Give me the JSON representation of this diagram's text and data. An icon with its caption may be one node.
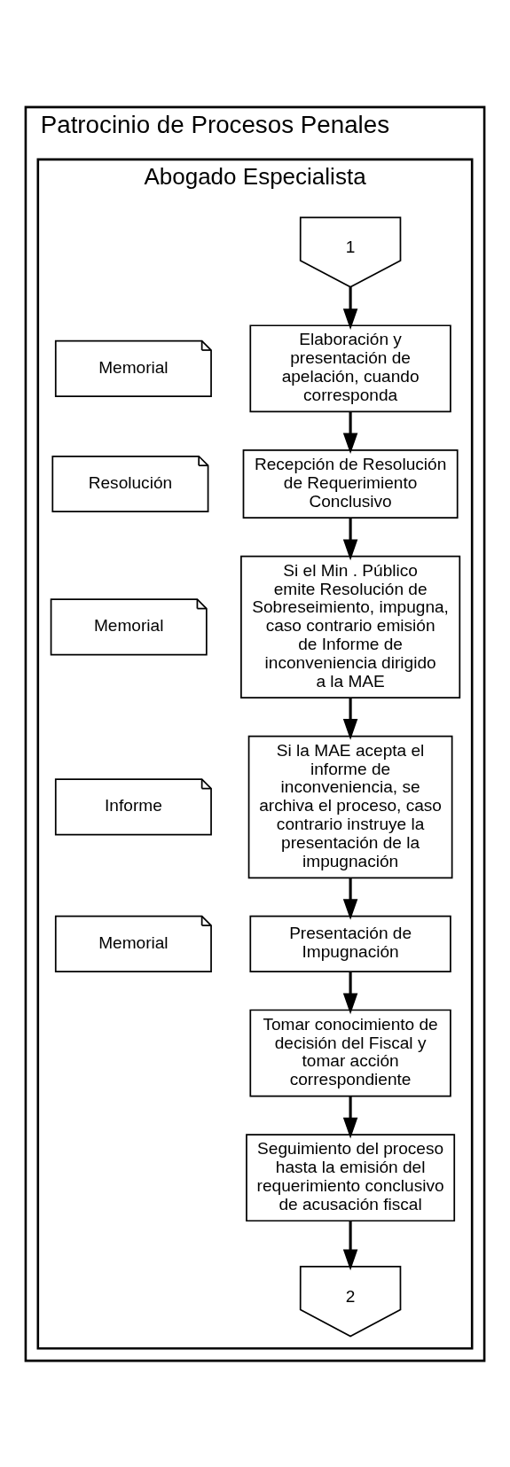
{
  "diagram": {
    "nodes": [
      {
        "text": [
          "Patrocinio de Procesos Penales"
        ]
      },
      {
        "text": [
          "Abogado Especialista"
        ],
        "in": 0
      },
      {
        "text": [
          "1"
        ],
        "in": 1
      },
      {
        "text": [
          "Elaboración y presentación de apelación, cuando corresponda"
        ],
        "in": 1
      },
      {
        "text": [
          "Memorial"
        ],
        "in": 1
      },
      {
        "text": [
          "Recepción de Resolución de Requerimiento Conclusivo"
        ],
        "in": 1
      },
      {
        "text": [
          "Resolución"
        ],
        "in": 1
      },
      {
        "text": [
          "Si el Min . Público emite Resolución de Sobreseimiento, impugna, caso contrario emisión de Informe de inconveniencia dirigido a la MAE"
        ],
        "in": 1
      },
      {
        "text": [
          "Memorial"
        ],
        "in": 1
      },
      {
        "text": [
          "Si la MAE acepta el informe de inconveniencia, se archiva el proceso, caso contrario instruye la presentación de la impugnación"
        ],
        "in": 1
      },
      {
        "text": [
          "Informe"
        ],
        "in": 1
      },
      {
        "text": [
          "Presentación de Impugnación"
        ],
        "in": 1
      },
      {
        "text": [
          "Memorial"
        ],
        "in": 1
      },
      {
        "text": [
          "Tomar conocimiento de decisión del Fiscal y tomar acción correspondiente"
        ],
        "in": 1
      },
      {
        "text": [
          "Seguimiento del proceso hasta la emisión del requerimiento conclusivo de acusación fiscal"
        ],
        "in": 1
      },
      {
        "text": [
          "2"
        ],
        "in": 1
      }
    ],
    "edges": [
      {
        "from": 2,
        "to": 3,
        "arrow": "to"
      },
      {
        "from": 3,
        "to": 5,
        "arrow": "to"
      },
      {
        "from": 5,
        "to": 7,
        "arrow": "to"
      },
      {
        "from": 7,
        "to": 9,
        "arrow": "to"
      },
      {
        "from": 9,
        "to": 11,
        "arrow": "to"
      },
      {
        "from": 11,
        "to": 13,
        "arrow": "to"
      },
      {
        "from": 13,
        "to": 14,
        "arrow": "to"
      },
      {
        "from": 14,
        "to": 15,
        "arrow": "to"
      }
    ]
  }
}
